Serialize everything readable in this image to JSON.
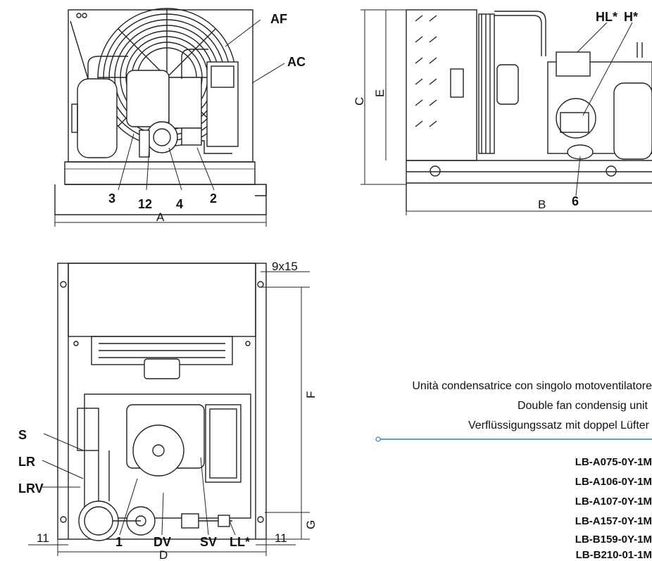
{
  "front_view": {
    "callouts": [
      "AF",
      "AC",
      "3",
      "12",
      "4",
      "2"
    ],
    "dimension": "A"
  },
  "side_view": {
    "callouts": [
      "HL*",
      "H*",
      "6"
    ],
    "dimensions": {
      "b": "B",
      "c": "C",
      "e": "E"
    }
  },
  "top_view": {
    "callouts": [
      "S",
      "LR",
      "LRV",
      "1",
      "DV",
      "SV",
      "LL*"
    ],
    "dimensions": {
      "hole": "9x15",
      "f": "F",
      "g": "G",
      "d": "D",
      "left_11": "11",
      "right_11": "11"
    }
  },
  "caption": {
    "it": "Unità condensatrice con singolo motoventilatore",
    "en": "Double fan condensig unit",
    "de": "Verflüssigungssatz mit doppel Lüfter"
  },
  "models": [
    "LB-A075-0Y-1M",
    "LB-A106-0Y-1M",
    "LB-A107-0Y-1M",
    "LB-A157-0Y-1M",
    "LB-B159-0Y-1M",
    "LB-B210-01-1M"
  ],
  "colors": {
    "accent": "#2e7fc0",
    "line": "#222222"
  }
}
